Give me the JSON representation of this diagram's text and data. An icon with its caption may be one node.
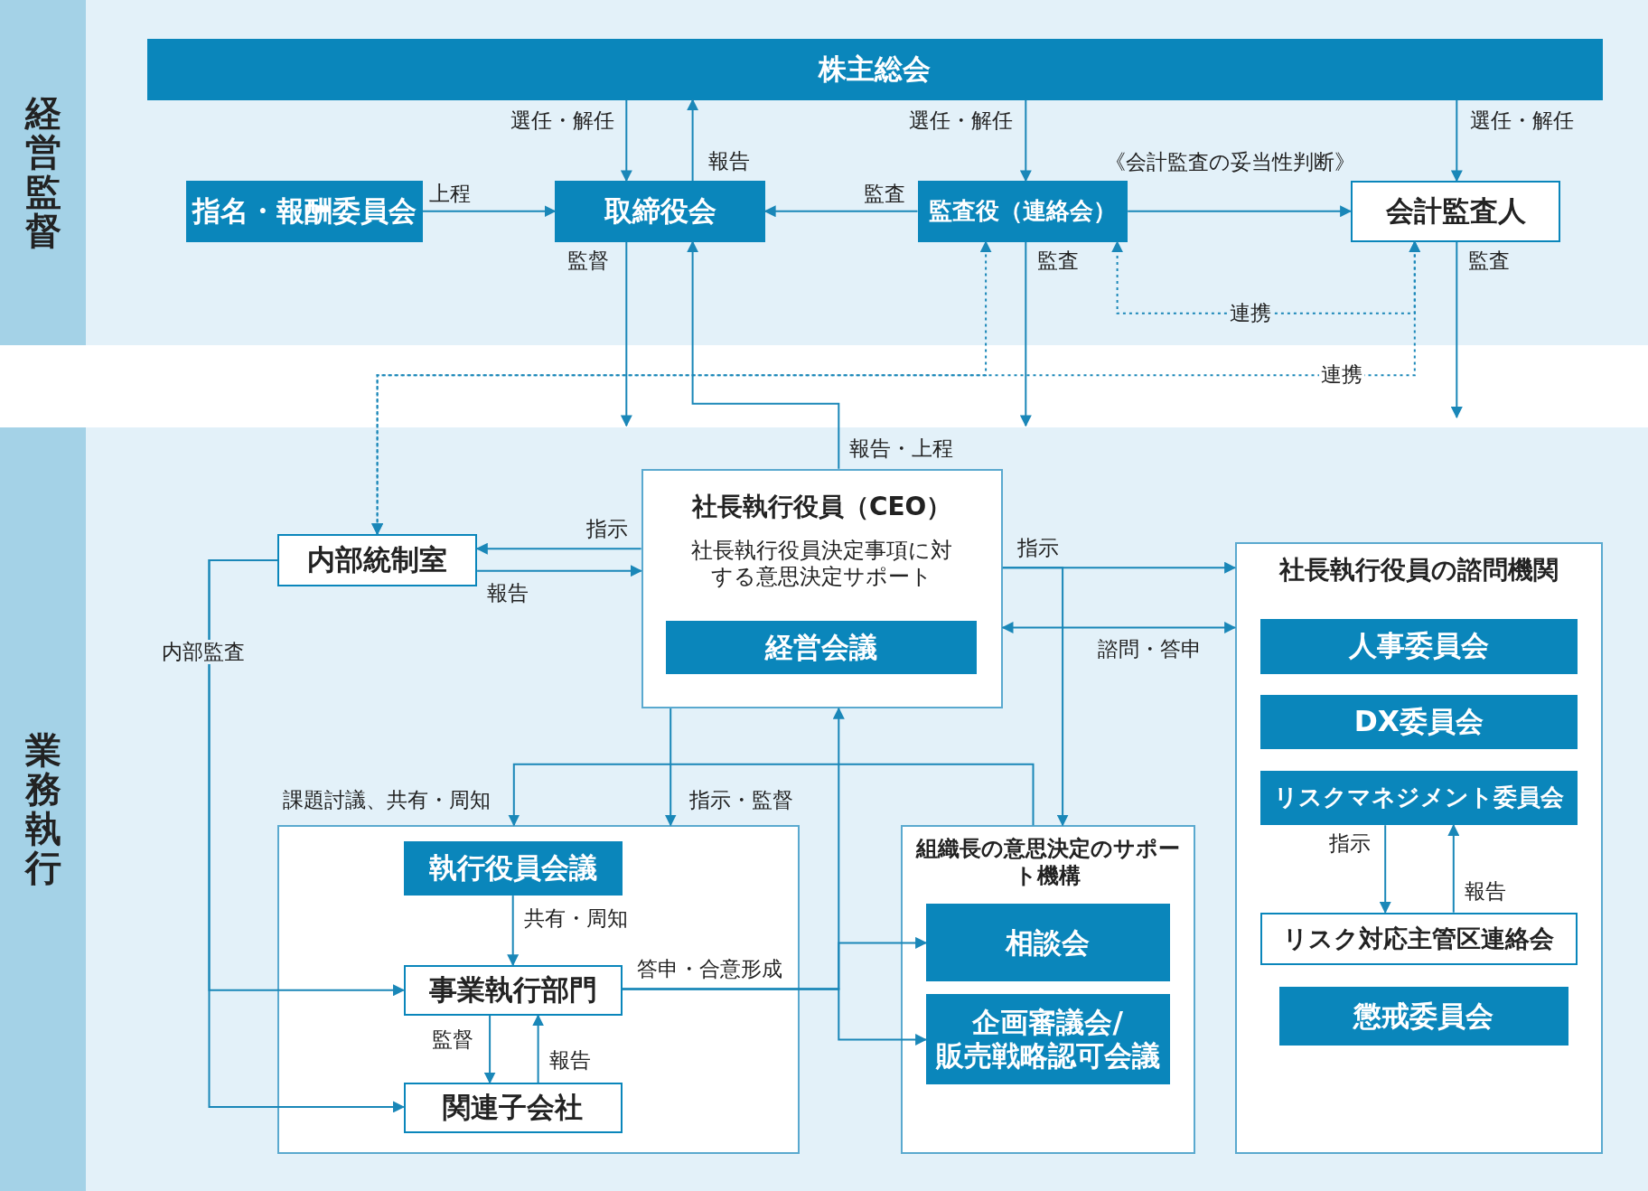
{
  "diagram": {
    "nodes": [
      {
        "text": [
          "株主総会"
        ]
      },
      {
        "text": [
          "指名・報酬委員会"
        ]
      },
      {
        "text": [
          "取締役会"
        ]
      },
      {
        "text": [
          "監査役（連絡会）"
        ]
      },
      {
        "text": [
          "会計監査人"
        ]
      },
      {
        "text": [
          "社長執行役員（CEO）",
          "社長執行役員決定事項に対する意思決定サポート"
        ]
      },
      {
        "text": [
          "経営会議"
        ],
        "in": 5
      },
      {
        "text": [
          "内部統制室"
        ]
      },
      {
        "text": [
          "社長執行役員の諮問機関"
        ]
      },
      {
        "text": [
          "人事委員会"
        ],
        "in": 8
      },
      {
        "text": [
          "DX委員会"
        ],
        "in": 8
      },
      {
        "text": [
          "リスクマネジメント委員会"
        ],
        "in": 8
      },
      {
        "text": [
          "リスク対応主管区連絡会"
        ],
        "in": 8
      },
      {
        "text": [
          "懲戒委員会"
        ],
        "in": 8
      },
      {
        "text": [],
        "shape": "box"
      },
      {
        "text": [
          "執行役員会議"
        ],
        "in": 14
      },
      {
        "text": [
          "事業執行部門"
        ],
        "in": 14
      },
      {
        "text": [
          "関連子会社"
        ],
        "in": 14
      },
      {
        "text": [
          "組織長の意思決定のサポート機構"
        ]
      },
      {
        "text": [
          "相談会"
        ],
        "in": 18
      },
      {
        "text": [
          "企画審議会/販売戦略認可会議"
        ],
        "in": 18
      },
      {
        "text": [
          "経営監督"
        ]
      },
      {
        "text": [
          "業務執行"
        ]
      }
    ],
    "edges": [
      {
        "from": 0,
        "to": 2,
        "arrow": "to",
        "label": "選任・解任"
      },
      {
        "from": 2,
        "to": 0,
        "arrow": "to",
        "label": "報告"
      },
      {
        "from": 0,
        "to": 3,
        "arrow": "to",
        "label": "選任・解任"
      },
      {
        "from": 0,
        "to": 4,
        "arrow": "to",
        "label": "選任・解任"
      },
      {
        "from": 1,
        "to": 2,
        "arrow": "to",
        "label": "上程"
      },
      {
        "from": 3,
        "to": 2,
        "arrow": "to",
        "label": "監査"
      },
      {
        "from": 3,
        "to": 4,
        "arrow": "to",
        "label": "《会計監査の妥当性判断》"
      },
      {
        "from": 2,
        "to": null,
        "arrow": "to",
        "label": "監督"
      },
      {
        "from": 5,
        "to": 2,
        "arrow": "to",
        "label": "報告・上程"
      },
      {
        "from": 3,
        "to": null,
        "arrow": "to",
        "label": "監査"
      },
      {
        "from": 4,
        "to": null,
        "arrow": "to",
        "label": "監査"
      },
      {
        "from": 4,
        "to": 3,
        "arrow": "both",
        "label": "連携",
        "style": "dashed"
      },
      {
        "from": 4,
        "to": 7,
        "arrow": "both",
        "label": "連携",
        "style": "dashed"
      },
      {
        "from": 3,
        "to": 7,
        "arrow": "both",
        "style": "dashed"
      },
      {
        "from": 5,
        "to": 7,
        "arrow": "to",
        "label": "指示"
      },
      {
        "from": 7,
        "to": 5,
        "arrow": "to",
        "label": "報告"
      },
      {
        "from": 7,
        "to": 16,
        "arrow": "to",
        "label": "内部監査"
      },
      {
        "from": 7,
        "to": 17,
        "arrow": "to"
      },
      {
        "from": 5,
        "to": 8,
        "arrow": "to",
        "label": "指示"
      },
      {
        "from": 8,
        "to": 5,
        "arrow": "both",
        "label": "諮問・答申"
      },
      {
        "from": 5,
        "to": 18,
        "arrow": "to"
      },
      {
        "from": 5,
        "to": 14,
        "arrow": "to",
        "label": "指示・監督"
      },
      {
        "from": 18,
        "to": 14,
        "arrow": "to",
        "label": "課題討議、共有・周知"
      },
      {
        "from": 16,
        "to": 5,
        "arrow": "to",
        "label": "答申・合意形成"
      },
      {
        "from": 16,
        "to": 19,
        "arrow": "to"
      },
      {
        "from": 16,
        "to": 20,
        "arrow": "to"
      },
      {
        "from": 15,
        "to": 16,
        "arrow": "to",
        "label": "共有・周知"
      },
      {
        "from": 16,
        "to": 17,
        "arrow": "to",
        "label": "監督"
      },
      {
        "from": 17,
        "to": 16,
        "arrow": "to",
        "label": "報告"
      },
      {
        "from": 11,
        "to": 12,
        "arrow": "to",
        "label": "指示"
      },
      {
        "from": 12,
        "to": 11,
        "arrow": "to",
        "label": "報告"
      }
    ]
  }
}
